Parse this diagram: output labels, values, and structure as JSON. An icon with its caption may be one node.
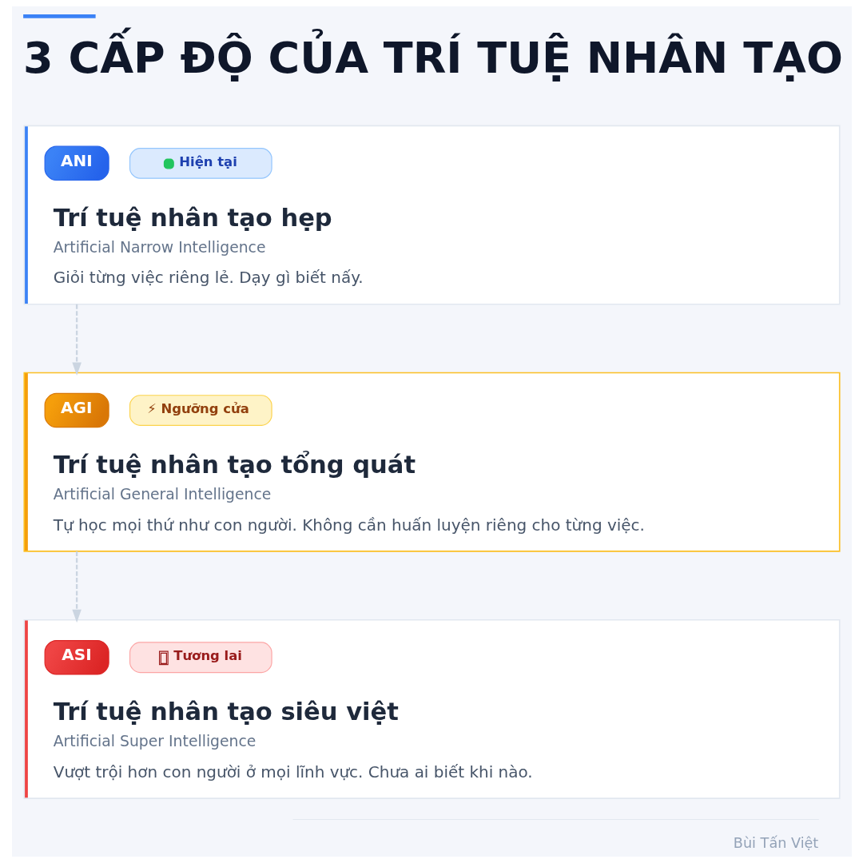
{
  "diagram": {
    "title": "3 CẤP ĐỘ CỦA TRÍ TUỆ NHÂN TẠO",
    "nodes": [
      {
        "text": [
          "Trí tuệ nhân tạo hẹp",
          "Artificial Narrow Intelligence",
          "Giỏi từng việc riêng lẻ. Dạy gì biết nấy."
        ]
      },
      {
        "text": [
          "ANI"
        ],
        "in": 0
      },
      {
        "text": [
          "Hiện tại"
        ],
        "in": 0
      },
      {
        "text": [
          "Trí tuệ nhân tạo tổng quát",
          "Artificial General Intelligence",
          "Tự học mọi thứ như con người. Không cần huấn luyện riêng cho từng việc."
        ]
      },
      {
        "text": [
          "AGI"
        ],
        "in": 3
      },
      {
        "text": [
          "⚡ Ngưỡng cửa"
        ],
        "in": 3
      },
      {
        "text": [
          "Trí tuệ nhân tạo siêu việt",
          "Artificial Super Intelligence",
          "Vượt trội hơn con người ở mọi lĩnh vực. Chưa ai biết khi nào."
        ]
      },
      {
        "text": [
          "ASI"
        ],
        "in": 6
      },
      {
        "text": [
          "Tương lai"
        ],
        "in": 6
      }
    ],
    "edges": [
      {
        "from": 0,
        "to": 3,
        "arrow": "to",
        "style": "dashed"
      },
      {
        "from": 3,
        "to": 6,
        "arrow": "to",
        "style": "dashed"
      }
    ],
    "labels": [
      "Bùi Tấn Việt"
    ]
  }
}
